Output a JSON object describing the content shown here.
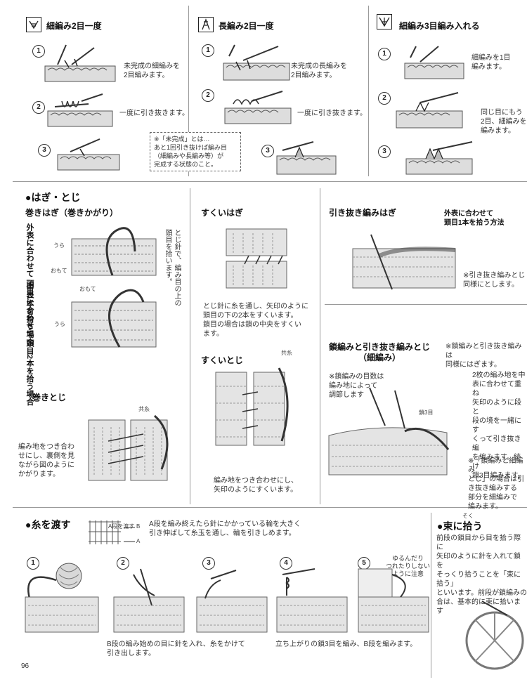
{
  "top": {
    "s1": {
      "title": "細編み2目一度",
      "step1": "未完成の細編みを\n2目編みます。",
      "step2": "一度に引き抜きます。"
    },
    "s2": {
      "title": "長編み2目一度",
      "step1": "未完成の長編みを\n2目編みます。",
      "step2": "一度に引き抜きます。"
    },
    "s3": {
      "title": "細編み3目編み入れる",
      "step1": "細編みを1目\n編みます。",
      "step2": "同じ目にもう\n2目、細編みを\n編みます。"
    },
    "note": "※「未完成」とは…\nあと1回引き抜けば編み目\n（細編みや長編み等）が\n完成する状態のこと。",
    "nums": [
      "1",
      "2",
      "3"
    ]
  },
  "hagi": {
    "section": "●はぎ・とじ",
    "makihagi": {
      "title": "巻きはぎ（巻きかがり）",
      "case1": "外表に合わせて\n頭目1本を拾う場合",
      "case2": "中表に合わせて\n頭目2本を拾う場合",
      "ura": "うら",
      "omote": "おもて",
      "instr": "とじ針で、編み目の上の\n頭目を拾います。"
    },
    "makitoji": {
      "title": "巻きとじ",
      "desc": "編み地をつき合わ\nせにし、裏側を見\nながら図のように\nかがります。",
      "tomo": "共糸"
    },
    "sukuihagi": {
      "title": "すくいはぎ",
      "desc": "とじ針に糸を通し、矢印のように\n頭目の下の2本をすくいます。\n鎖目の場合は鎖の中央をすくい\nます。"
    },
    "sukuitoji": {
      "title": "すくいとじ",
      "tomo": "共糸",
      "desc": "編み地をつき合わせにし、\n矢印のようにすくいます。"
    },
    "hikinuki": {
      "title": "引き抜き編みはぎ",
      "subtitle": "外表に合わせて\n頭目1本を拾う方法",
      "note": "※引き抜き編みとじ\n同様にとします。"
    },
    "kusari": {
      "title": "鎖編みと引き抜き編みとじ\n（細編み）",
      "note1": "※鎖編みの目数は\n編み地によって\n調節します",
      "note2": "※鎖編みと引き抜き編みは\n同様にはぎます。",
      "note3": "2枚の編み地を中\n表に合わせて重ね\n矢印のように段と\n段の境を一緒にす\nくって引き抜き編\nを編みます。続け\n鎖3目編みます。",
      "label": "鎖3目",
      "note4": "※「鎖編みと細編み\nとじ」の場合は引\nき抜き編みする\n部分を細編みで\n編みます。"
    }
  },
  "ito": {
    "section": "●糸を渡す",
    "label_a": "A段を渡す",
    "label_b": "B",
    "label_a2": "A",
    "desc": "A段を編み終えたら針にかかっている輪を大きく\n引き伸ばして糸玉を通し、輪を引きしめます。",
    "caption1": "B段の編み始めの目に針を入れ、糸をかけて\n引き出します。",
    "caption2": "立ち上がりの鎖3目を編み、B段を編みます。",
    "caution": "ゆるんだり\nつれたりしない\nように注意",
    "nums": [
      "1",
      "2",
      "3",
      "4",
      "5"
    ]
  },
  "taba": {
    "section": "●束に拾う",
    "ruby": "そく",
    "desc": "前段の鎖目から目を拾う際に\n矢印のように針を入れて鎖を\nそっくり拾うことを「束に拾う」\nといいます。前段が鎖編みの\n合は、基本的に束に拾います"
  },
  "page_number": "96"
}
